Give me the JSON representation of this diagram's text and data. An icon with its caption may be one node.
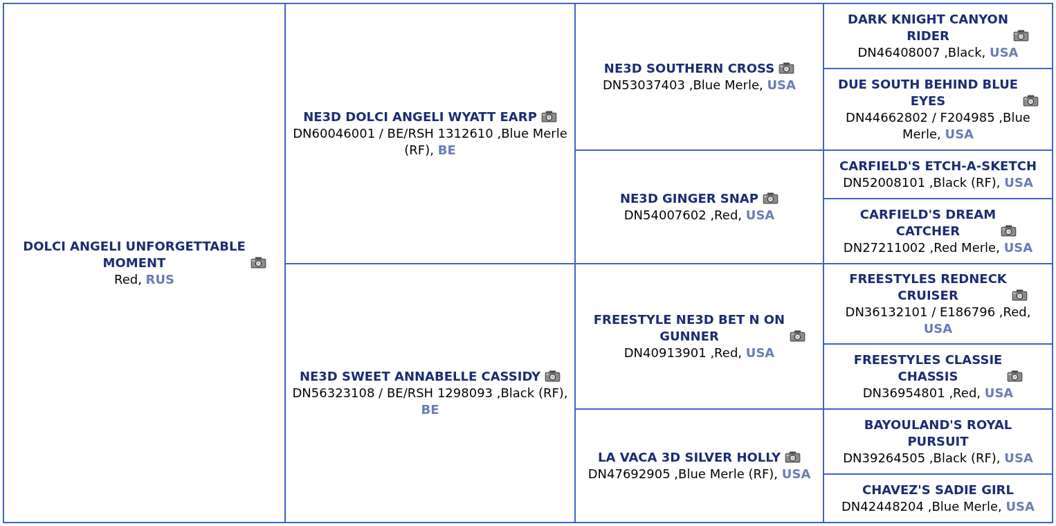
{
  "diagram": {
    "nodes": [
      {
        "text": [
          "DOLCI ANGELI UNFORGETTABLE MOMENT",
          "Red,",
          "RUS"
        ]
      },
      {
        "text": [
          "NE3D DOLCI ANGELI WYATT EARP",
          "DN60046001 / BE/RSH 1312610 ,Blue Merle (RF),",
          "BE"
        ]
      },
      {
        "text": [
          "NE3D SOUTHERN CROSS",
          "DN53037403 ,Blue Merle,",
          "USA"
        ]
      },
      {
        "text": [
          "DARK KNIGHT CANYON RIDER",
          "DN46408007 ,Black,",
          "USA"
        ]
      },
      {
        "text": [
          "DUE SOUTH BEHIND BLUE EYES",
          "DN44662802 / F204985 ,Blue Merle,",
          "USA"
        ]
      },
      {
        "text": [
          "NE3D GINGER SNAP",
          "DN54007602 ,Red,",
          "USA"
        ]
      },
      {
        "text": [
          "CARFIELD'S ETCH-A-SKETCH",
          "DN52008101 ,Black (RF),",
          "USA"
        ]
      },
      {
        "text": [
          "CARFIELD'S DREAM CATCHER",
          "DN27211002 ,Red Merle,",
          "USA"
        ]
      },
      {
        "text": [
          "NE3D SWEET ANNABELLE CASSIDY",
          "DN56323108 / BE/RSH 1298093 ,Black (RF),",
          "BE"
        ]
      },
      {
        "text": [
          "FREESTYLE NE3D BET N ON GUNNER",
          "DN40913901 ,Red,",
          "USA"
        ]
      },
      {
        "text": [
          "FREESTYLES REDNECK CRUISER",
          "DN36132101 / E186796 ,Red,",
          "USA"
        ]
      },
      {
        "text": [
          "FREESTYLES CLASSIE CHASSIS",
          "DN36954801 ,Red,",
          "USA"
        ]
      },
      {
        "text": [
          "LA VACA 3D SILVER HOLLY",
          "DN47692905 ,Blue Merle (RF),",
          "USA"
        ]
      },
      {
        "text": [
          "BAYOULAND'S ROYAL PURSUIT",
          "DN39264505 ,Black (RF),",
          "USA"
        ]
      },
      {
        "text": [
          "CHAVEZ'S SADIE GIRL",
          "DN42448204 ,Blue Merle,",
          "USA"
        ]
      }
    ]
  }
}
